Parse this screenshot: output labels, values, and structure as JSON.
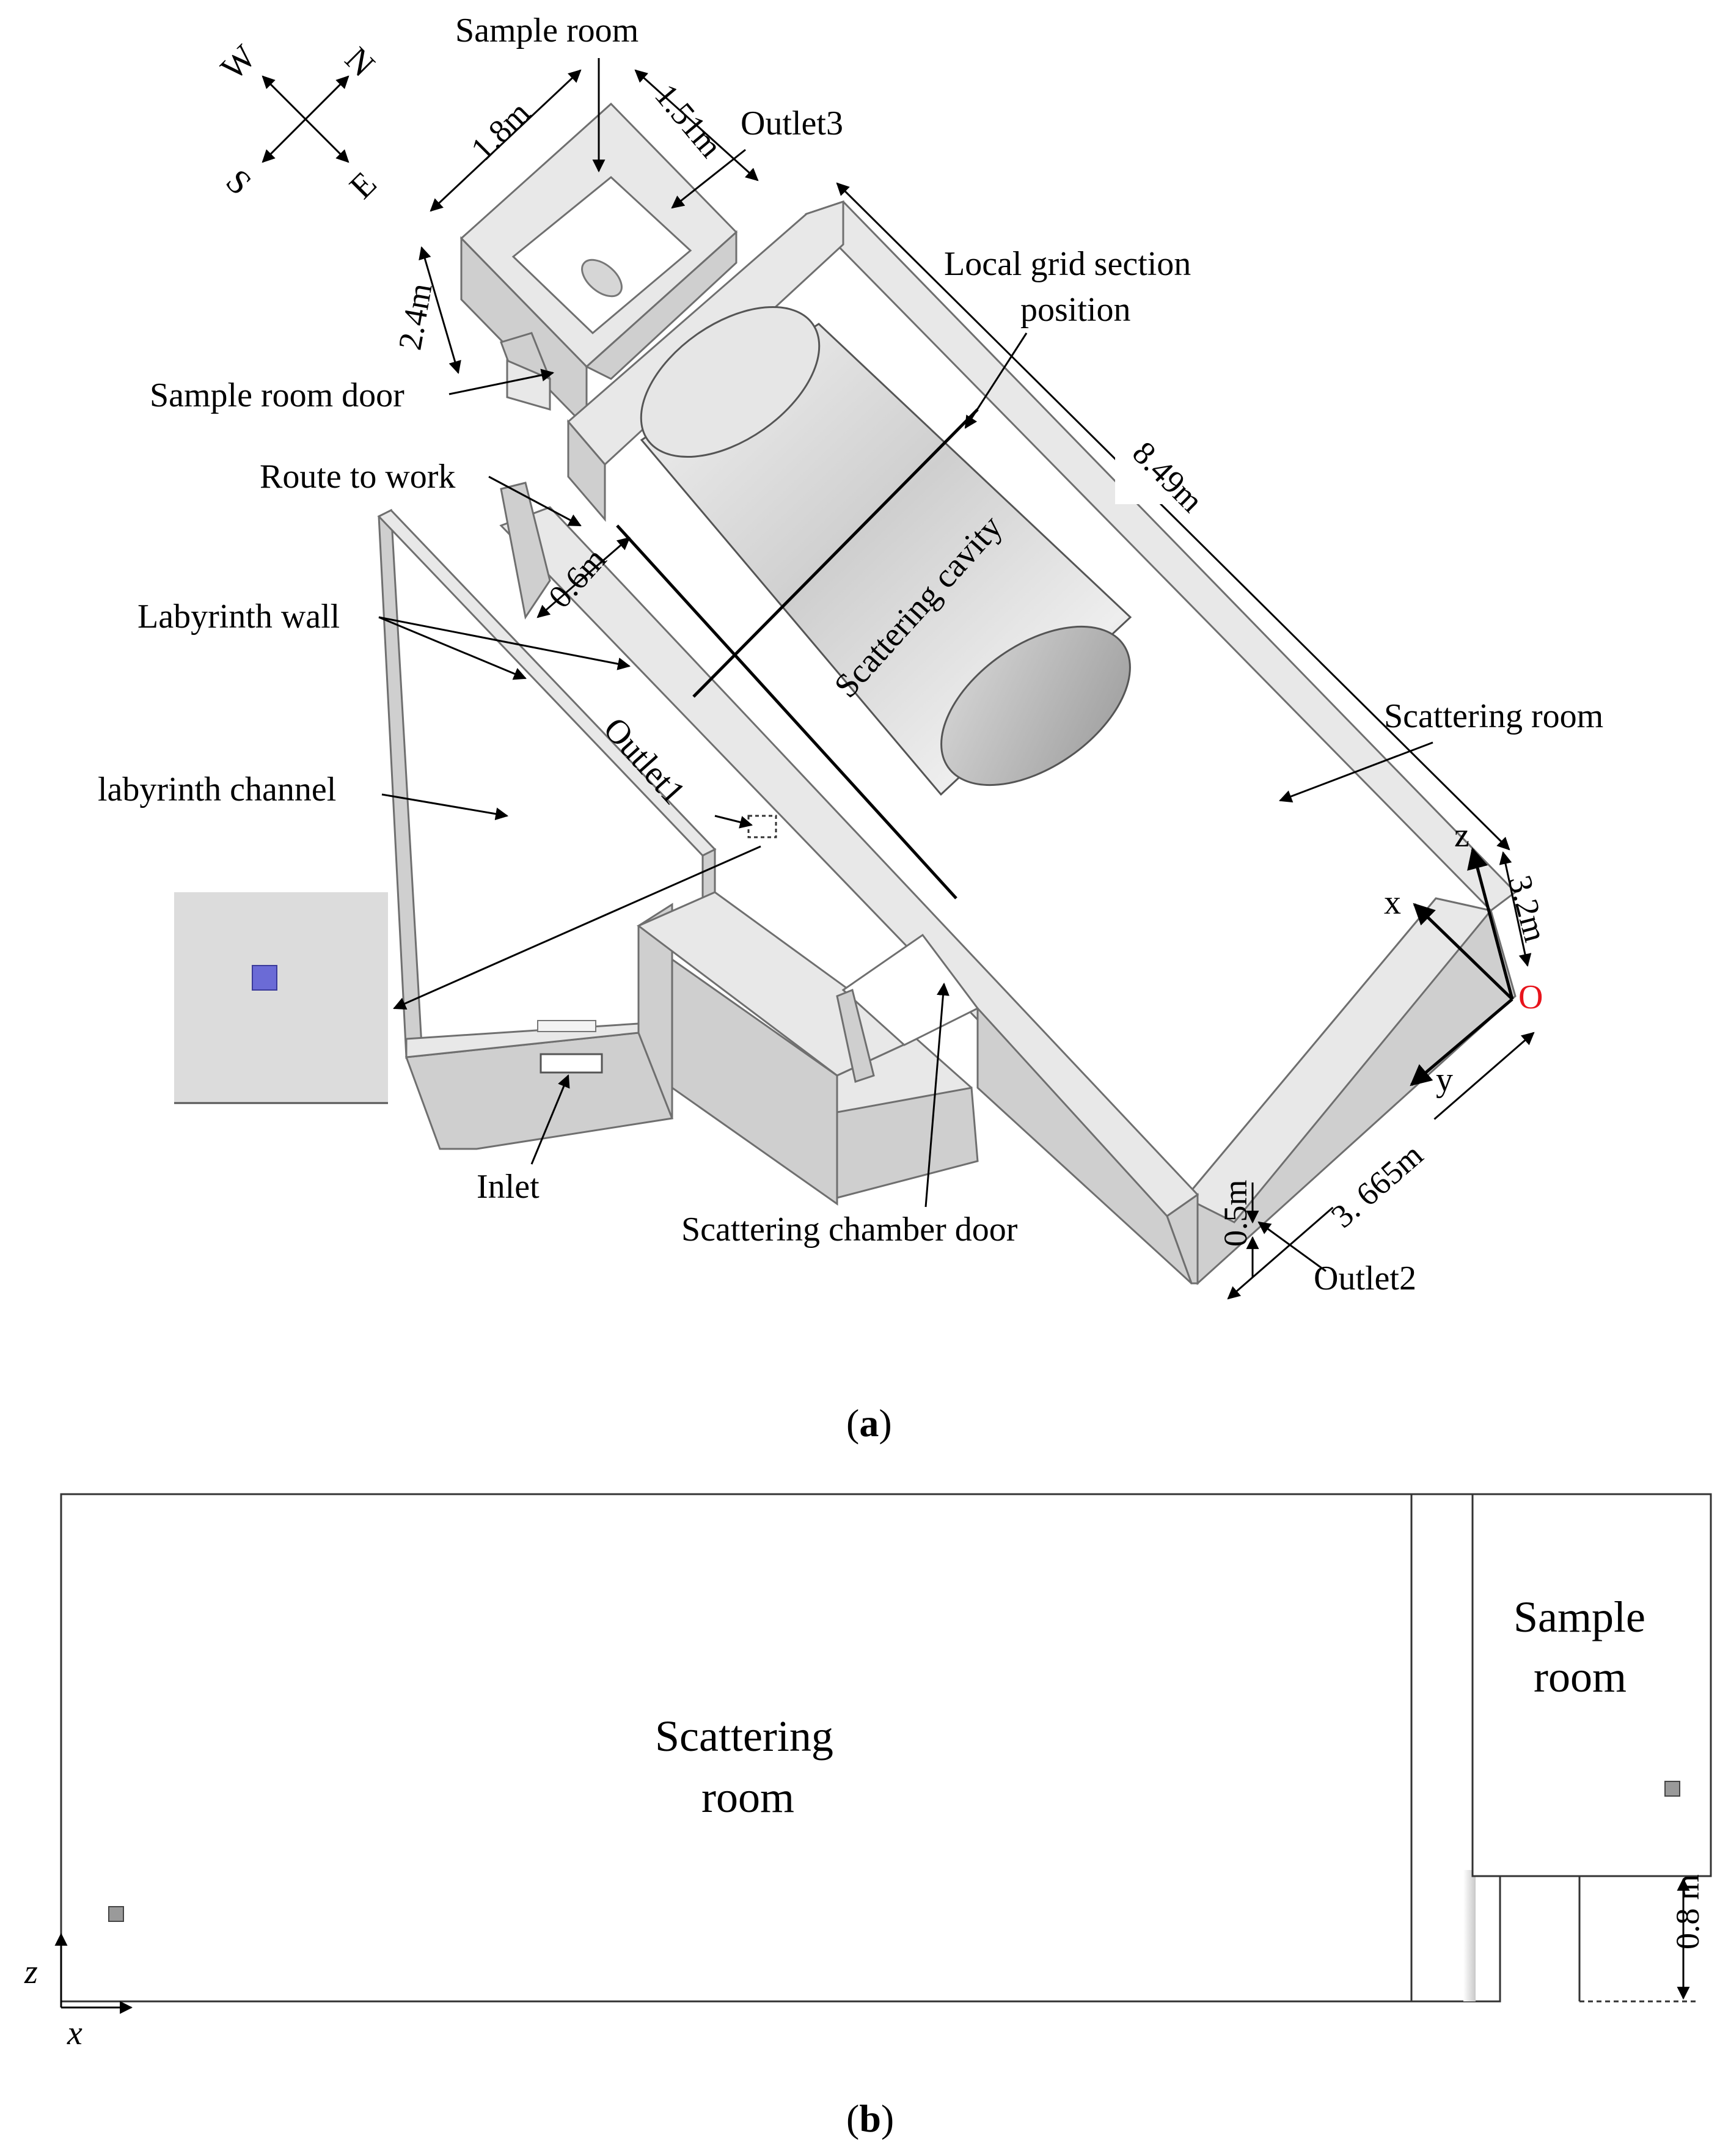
{
  "panel_a": {
    "caption_letter": "a",
    "compass": {
      "n": "N",
      "s": "S",
      "e": "E",
      "w": "W"
    },
    "labels": {
      "sample_room": "Sample room",
      "outlet3": "Outlet3",
      "local_grid": "Local grid section",
      "local_grid_2": "position",
      "sample_room_door": "Sample room door",
      "route_to_work": "Route to work",
      "labyrinth_wall": "Labyrinth wall",
      "labyrinth_channel": "labyrinth channel",
      "scattering_cavity": "Scattering cavity",
      "outlet1": "Outlet1",
      "scattering_room": "Scattering room",
      "inlet": "Inlet",
      "scattering_chamber_door": "Scattering chamber door",
      "outlet2": "Outlet2"
    },
    "dimensions": {
      "d_1_8": "1.8m",
      "d_1_51": "1.51m",
      "d_2_4": "2.4m",
      "d_0_6": "0.6m",
      "d_8_49": "8.49m",
      "d_3_2": "3.2m",
      "d_3_665": "3. 665m",
      "d_0_5": "0.5m"
    },
    "axes": {
      "x": "x",
      "y": "y",
      "z": "z",
      "origin": "O"
    },
    "colors": {
      "origin": "#e8141c",
      "marker": "#6b6bd6",
      "wall": "#d8d8d8"
    }
  },
  "panel_b": {
    "caption_letter": "b",
    "scattering_room_1": "Scattering",
    "scattering_room_2": "room",
    "sample_room_1": "Sample",
    "sample_room_2": "room",
    "dim_0_8": "0.8 m",
    "axis_x": "x",
    "axis_z": "z"
  }
}
